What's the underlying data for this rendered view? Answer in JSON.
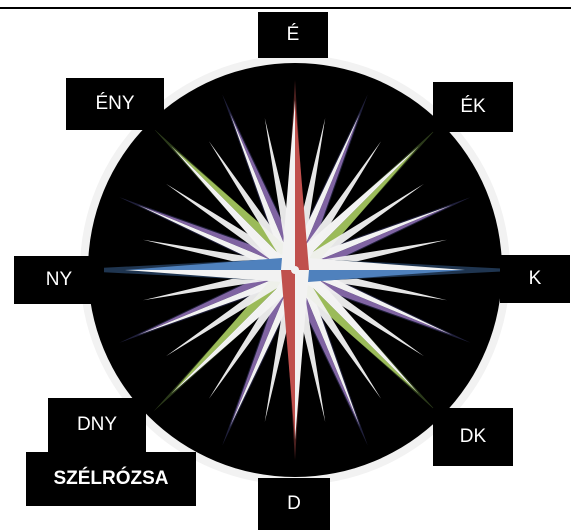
{
  "labels": {
    "north": "É",
    "northeast": "ÉK",
    "east": "K",
    "southeast": "DK",
    "south": "D",
    "southwest": "DNY",
    "west": "NY",
    "northwest": "ÉNY"
  },
  "title": "SZÉLRÓZSA",
  "colors": {
    "background": "#ffffff",
    "disc": "#000000",
    "ring": "#f2f2f2",
    "ray_white": "#f2f2f2",
    "main_north_south": "#c0504d",
    "main_east_west": "#4f81bd",
    "secondary_green": "#9bbb59",
    "tertiary_purple": "#8064a2",
    "ray_dark": "#1f1f3a"
  }
}
